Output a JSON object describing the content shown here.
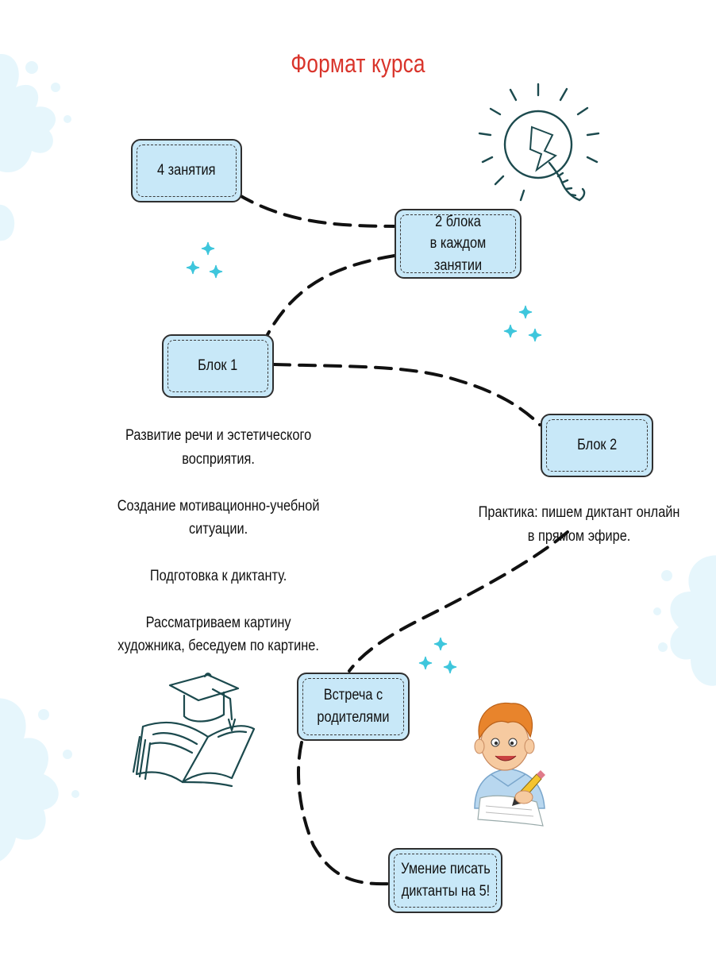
{
  "title": "Формат курса",
  "boxes": {
    "lessons": "4 занятия",
    "blocks": "2 блока\nв каждом занятии",
    "block1": "Блок 1",
    "block2": "Блок 2",
    "parents": "Встреча с\nродителями",
    "result": "Умение писать\nдиктанты на 5!"
  },
  "block1_description": "Развитие речи и эстетического\nвосприятия.\n\nСоздание мотивационно-учебной\nситуации.\n\nПодготовка к диктанту.\n\nРассматриваем картину\nхудожника, беседуем по картине.",
  "block2_description": "Практика: пишем диктант онлайн\nв прямом эфире.",
  "colors": {
    "title": "#d9342b",
    "box_fill": "#c8e8f8",
    "sparkle": "#3ec6dc",
    "splash": "#e6f6fc",
    "ink": "#1c4a4e"
  },
  "decorations": [
    "kite-sun-icon",
    "graduation-book-icon",
    "boy-writing-illustration",
    "sparkle-icon",
    "paint-splash"
  ]
}
